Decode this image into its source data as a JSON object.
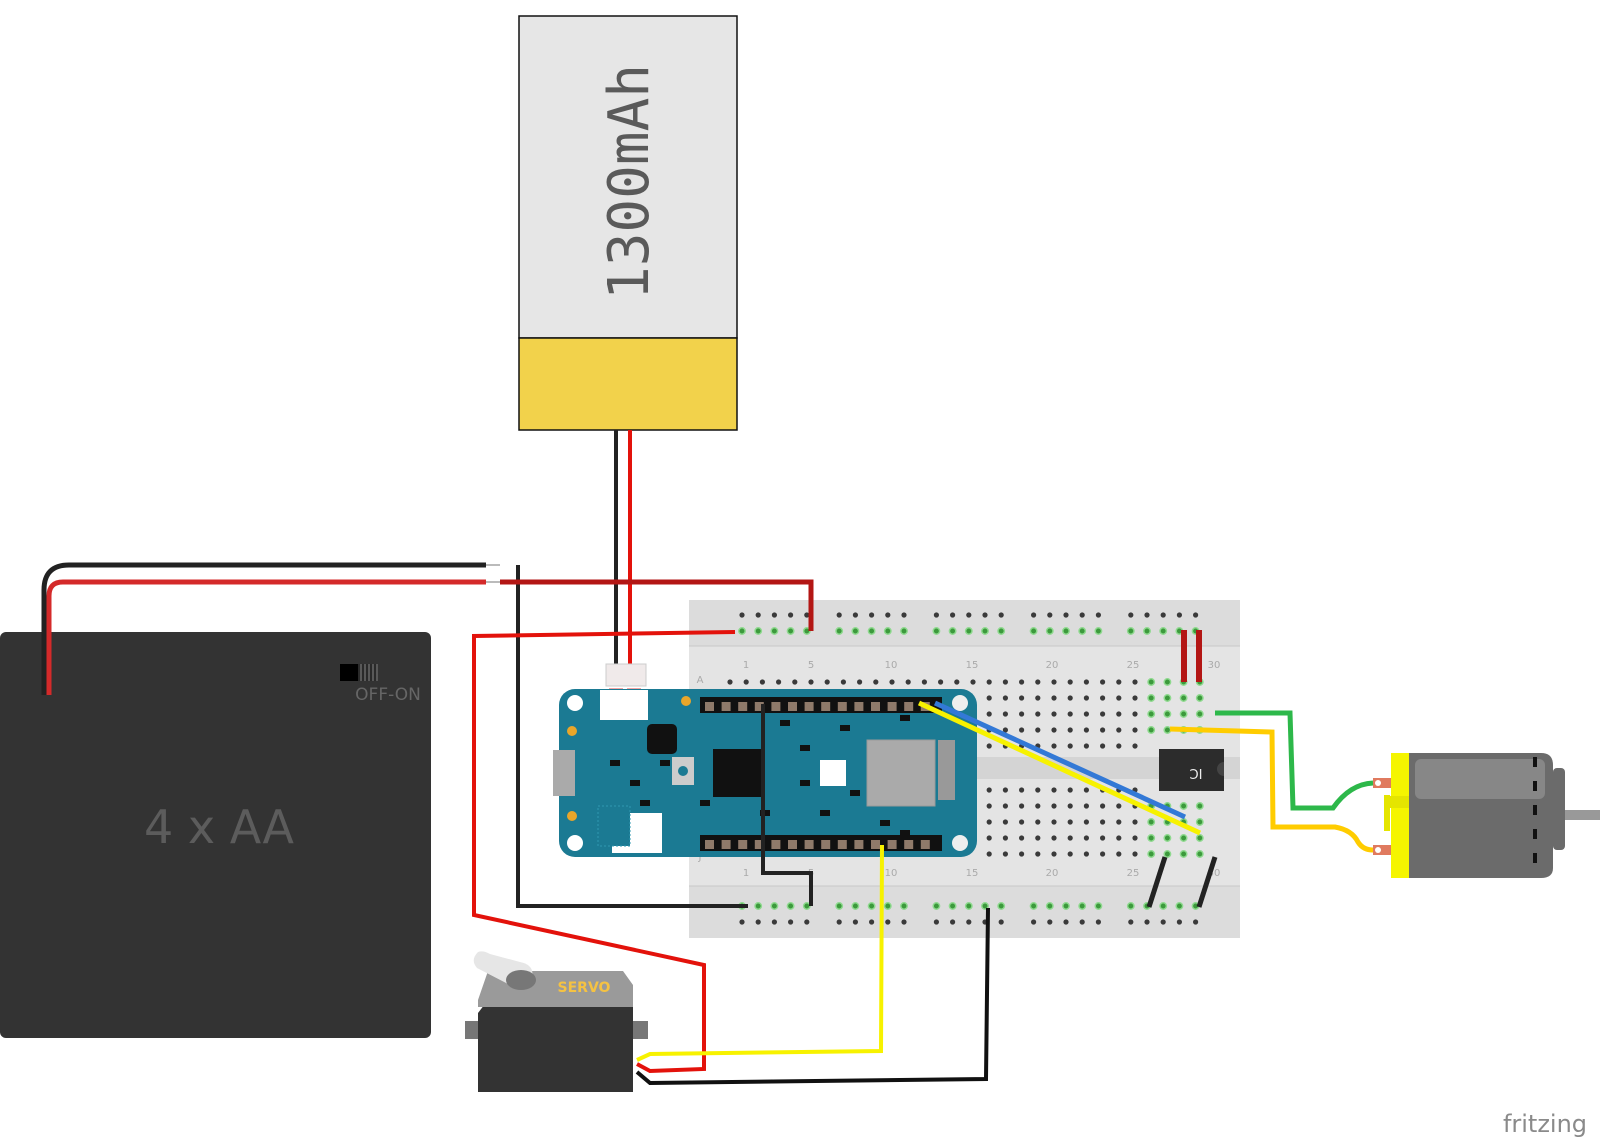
{
  "diagram": {
    "tool_logo": "fritzing",
    "components": {
      "lipo_battery": {
        "label": "1300mAh",
        "body_color": "#e6e6e6",
        "cap_color": "#f2d24b"
      },
      "aa_battery_pack": {
        "label": "4 x AA",
        "switch_label": "OFF-ON",
        "body_color": "#333333"
      },
      "servo": {
        "label": "SERVO",
        "label_color": "#f5c242"
      },
      "dc_motor": {
        "body_color": "#6b6b6b",
        "cap_color": "#f5f500"
      },
      "motor_driver_ic": {
        "label": "IC"
      },
      "breadboard": {
        "column_labels": [
          "1",
          "5",
          "10",
          "15",
          "20",
          "25",
          "30"
        ],
        "row_labels_top": "A",
        "row_labels_bottom": "J"
      },
      "microcontroller": {
        "board_color": "#1b7a93"
      }
    },
    "wire_colors": {
      "red": "#e3120b",
      "dark_red": "#b31614",
      "black": "#222222",
      "yellow": "#f7f200",
      "amber": "#ffcc00",
      "green": "#2db84a",
      "blue": "#3379d6"
    }
  }
}
